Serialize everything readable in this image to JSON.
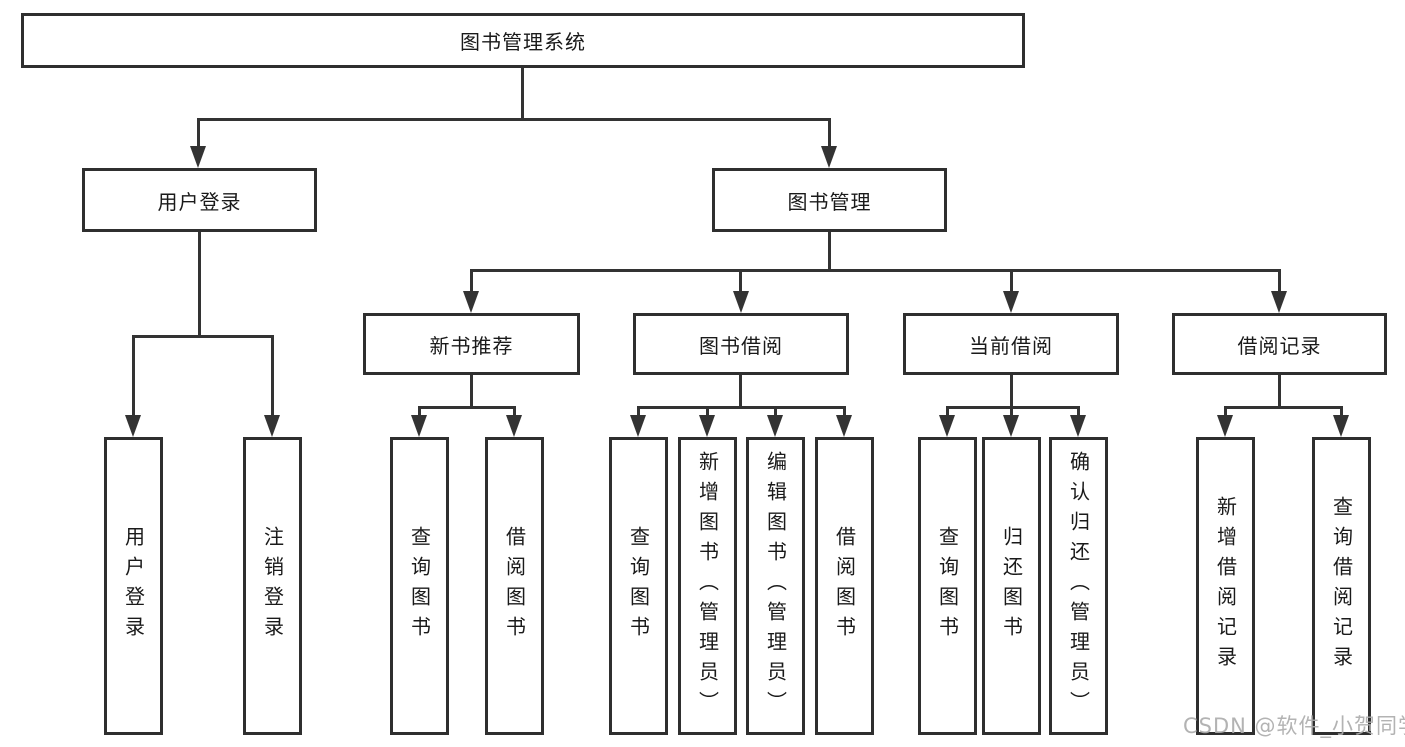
{
  "diagram": {
    "root": {
      "label": "图书管理系统"
    },
    "branches": [
      {
        "label": "用户登录",
        "children": [
          {
            "label": "用户登录"
          },
          {
            "label": "注销登录"
          }
        ]
      },
      {
        "label": "图书管理",
        "children": [
          {
            "label": "新书推荐",
            "children": [
              {
                "label": "查询图书"
              },
              {
                "label": "借阅图书"
              }
            ]
          },
          {
            "label": "图书借阅",
            "children": [
              {
                "label": "查询图书"
              },
              {
                "label": "新增图书（管理员）"
              },
              {
                "label": "编辑图书（管理员）"
              },
              {
                "label": "借阅图书"
              }
            ]
          },
          {
            "label": "当前借阅",
            "children": [
              {
                "label": "查询图书"
              },
              {
                "label": "归还图书"
              },
              {
                "label": "确认归还（管理员）"
              }
            ]
          },
          {
            "label": "借阅记录",
            "children": [
              {
                "label": "新增借阅记录"
              },
              {
                "label": "查询借阅记录"
              }
            ]
          }
        ]
      }
    ],
    "watermark": "CSDN @软件_小贺同学",
    "colors": {
      "line": "#333333",
      "text": "#1a1a1a",
      "watermark": "#adadad",
      "background": "#ffffff"
    }
  }
}
